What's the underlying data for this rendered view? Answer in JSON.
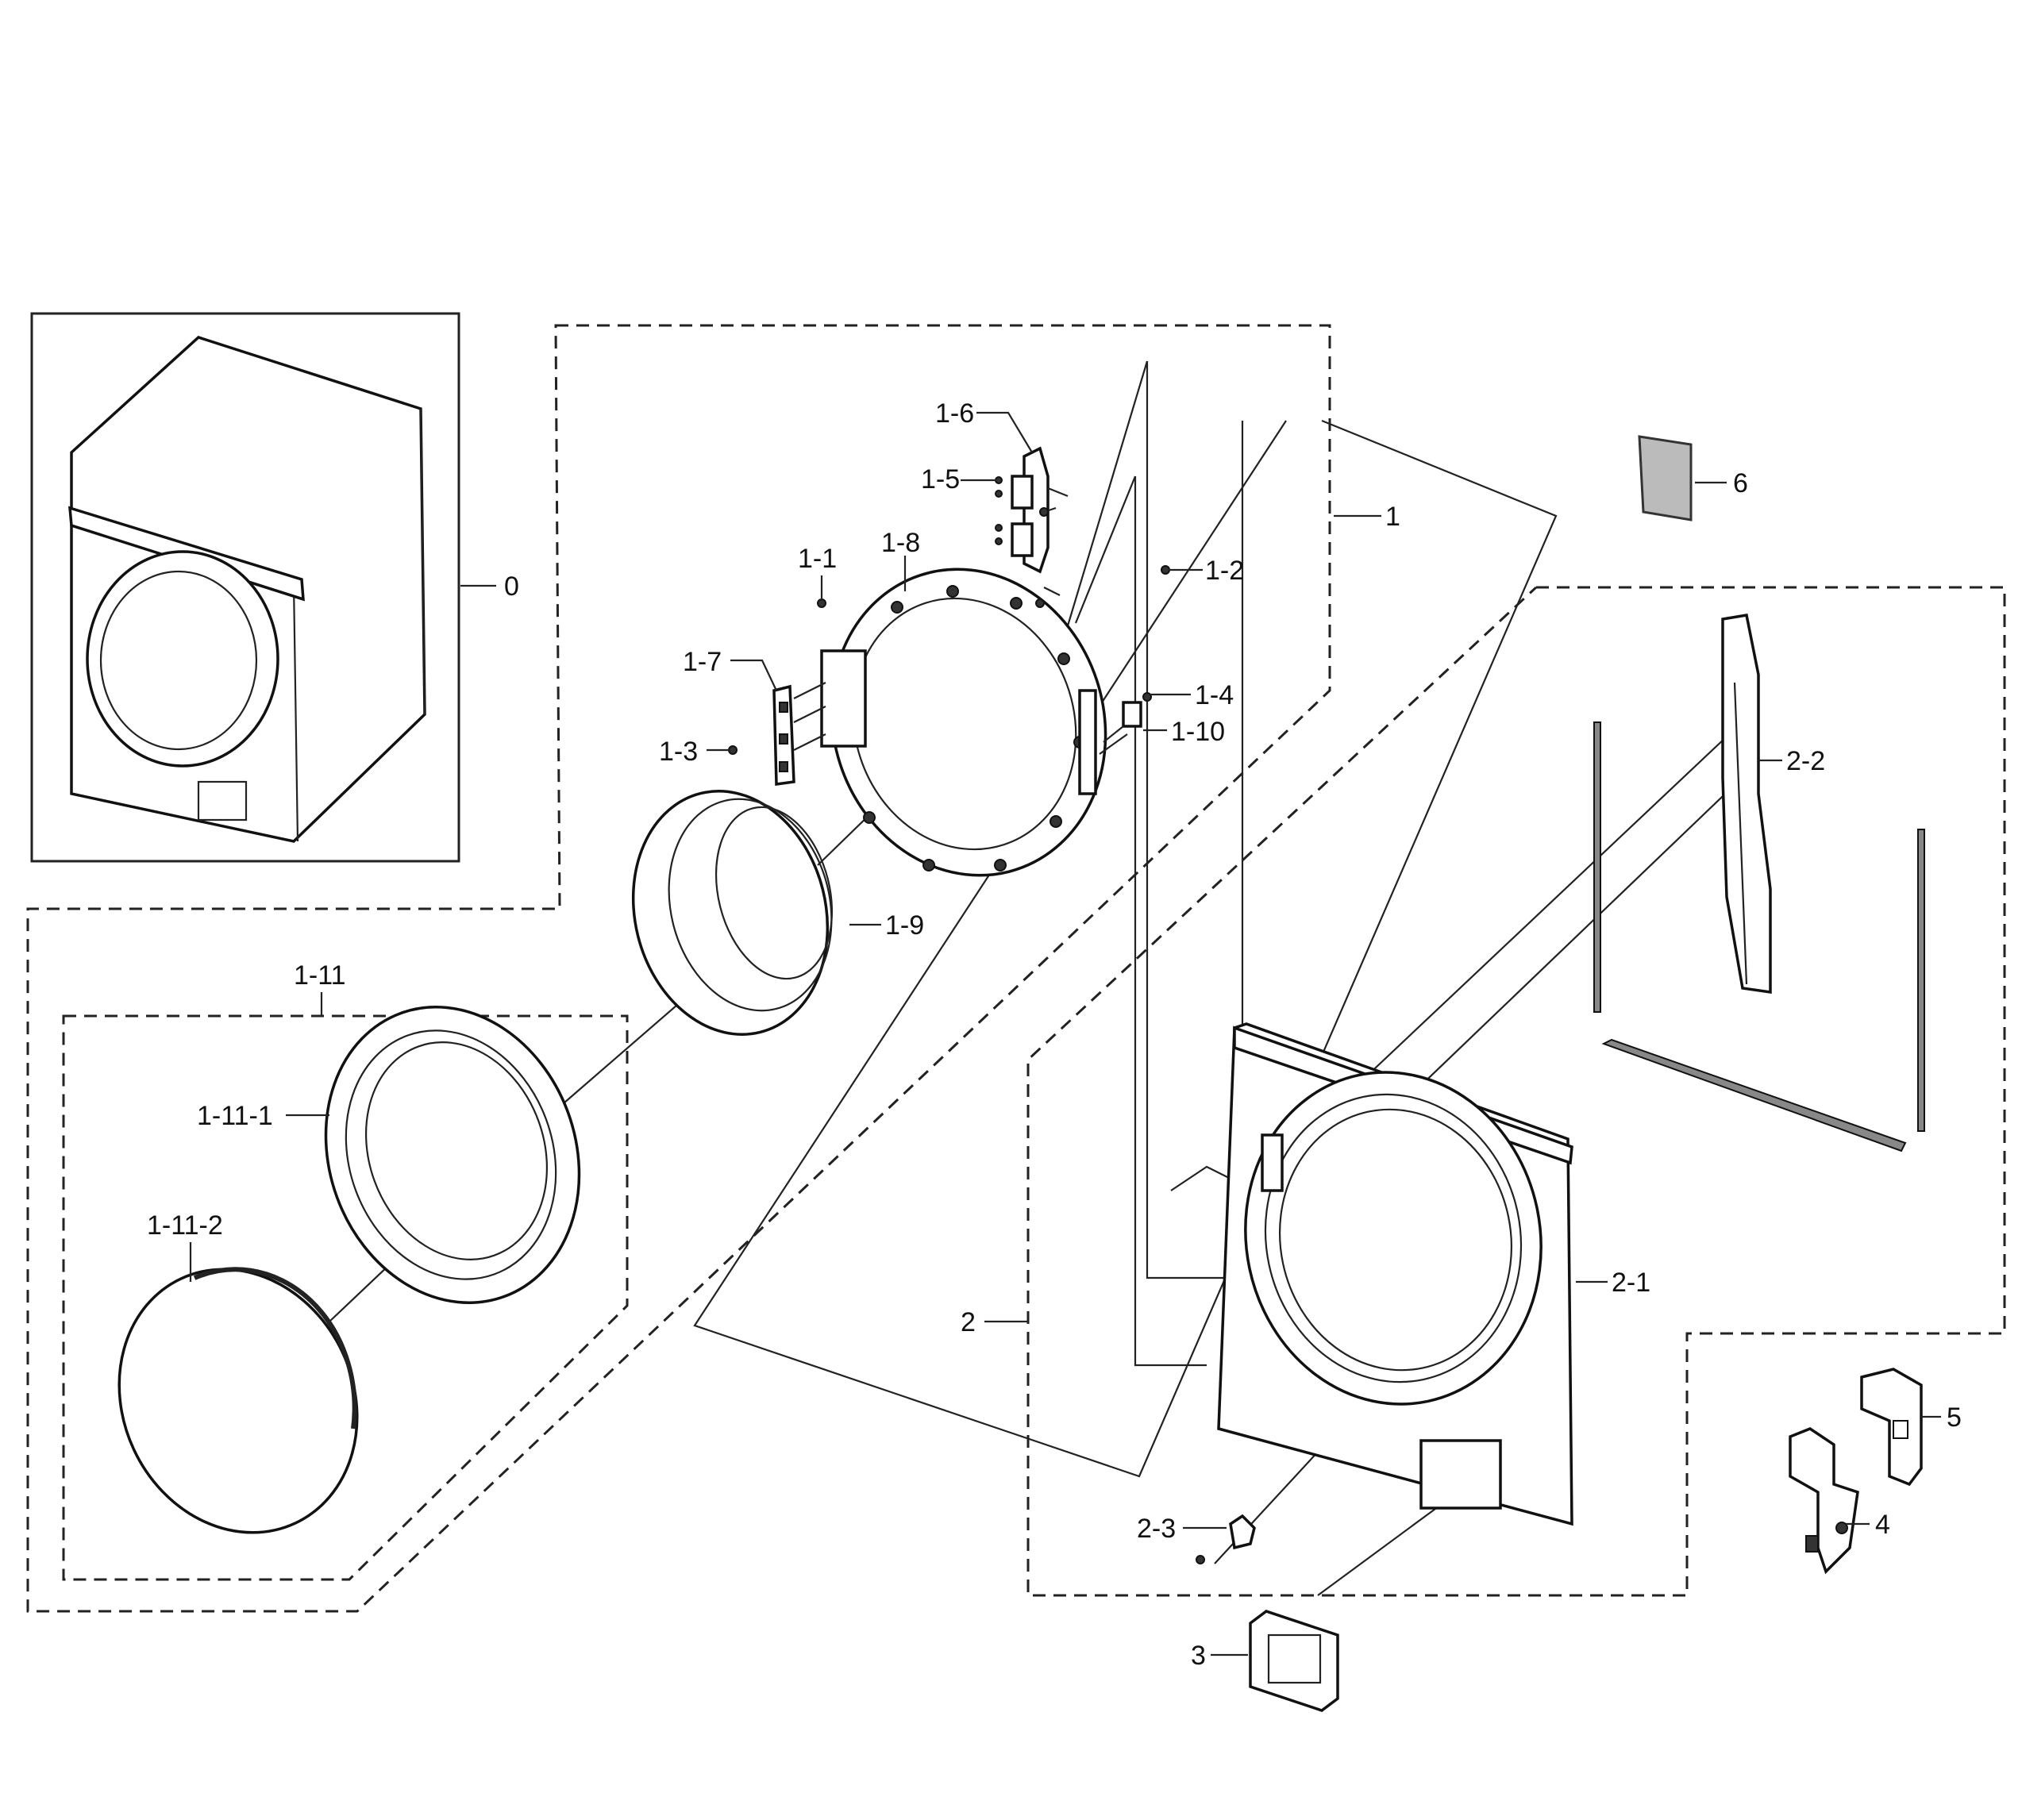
{
  "diagram": {
    "labels": {
      "p0": "0",
      "p1": "1",
      "p1_1": "1-1",
      "p1_2": "1-2",
      "p1_3": "1-3",
      "p1_4": "1-4",
      "p1_5": "1-5",
      "p1_6": "1-6",
      "p1_7": "1-7",
      "p1_8": "1-8",
      "p1_9": "1-9",
      "p1_10": "1-10",
      "p1_11": "1-11",
      "p1_11_1": "1-11-1",
      "p1_11_2": "1-11-2",
      "p2": "2",
      "p2_1": "2-1",
      "p2_2": "2-2",
      "p2_3": "2-3",
      "p3": "3",
      "p4": "4",
      "p5": "5",
      "p6": "6"
    }
  }
}
